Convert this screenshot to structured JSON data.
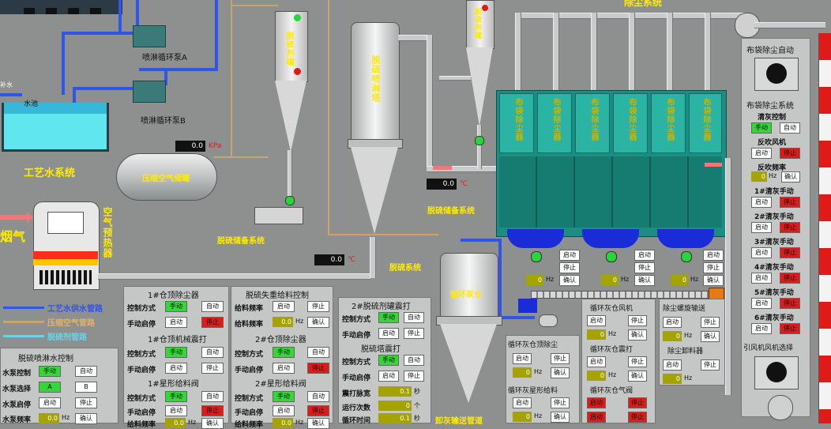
{
  "water_system": {
    "pool_label": "水池",
    "inlet_label": "补水",
    "title": "工艺水系统",
    "pump_a": "喷淋循环泵A",
    "pump_b": "喷淋循环泵B"
  },
  "air_tank": {
    "label": "压缩空气储罐",
    "pressure_value": "0.0",
    "pressure_unit": "KPa"
  },
  "flue_gas_label": "烟气",
  "preheater_label": "空气预热器",
  "desulf_agent_tank": "脱硫剂罐",
  "desulf_agent_tank2": "脱硫剂罐",
  "spray_tower": "脱硫喷淋塔",
  "desulf_storage_left": "脱硫储备系统",
  "desulf_storage_right": "脱硫储备系统",
  "desulf_system": "脱硫系统",
  "dust_system_top": "除尘系统",
  "circ_silo": "循环灰仓",
  "temp_box1": {
    "value": "0.0",
    "unit": "℃"
  },
  "temp_box2": {
    "value": "0.0",
    "unit": "℃"
  },
  "bag_filters": [
    "布袋除尘器",
    "布袋除尘器",
    "布袋除尘器",
    "布袋除尘器",
    "布袋除尘器",
    "布袋除尘器"
  ],
  "bottom_right_label": "卸灰输送管道",
  "legend": {
    "water": "工艺水供水管路",
    "air": "压缩空气管路",
    "agent": "脱硫剂管路"
  },
  "hopper_controls": [
    {
      "start": "启动",
      "stop": "停止",
      "hz": "0",
      "unit": "Hz",
      "confirm": "确认"
    },
    {
      "start": "启动",
      "stop": "停止",
      "hz": "0",
      "unit": "Hz",
      "confirm": "确认"
    },
    {
      "start": "启动",
      "stop": "停止",
      "hz": "0",
      "unit": "Hz",
      "confirm": "确认"
    }
  ],
  "right_panel": {
    "auto_title": "布袋除尘自动",
    "system_title": "布袋除尘系统",
    "clean_ctrl": "清灰控制",
    "manual": "手动",
    "auto": "自动",
    "blower": "反吹风机",
    "start": "启动",
    "stop": "停止",
    "freq_title": "反吹频率",
    "freq_value": "0",
    "freq_unit": "Hz",
    "confirm": "确认",
    "manual_items": [
      "1#清灰手动",
      "2#清灰手动",
      "3#清灰手动",
      "4#清灰手动",
      "5#清灰手动",
      "6#清灰手动"
    ],
    "fan_select": "引风机风机选择"
  },
  "panel_water": {
    "title": "脱硫喷淋水控制",
    "rows": [
      {
        "label": "水泵控制",
        "a": "手动",
        "b": "自动"
      },
      {
        "label": "水泵选择",
        "a": "A",
        "b": "B"
      },
      {
        "label": "水泵启停",
        "a": "启动",
        "b": "停止"
      },
      {
        "label": "水泵频率",
        "value": "0.0",
        "unit": "Hz",
        "b": "确认"
      }
    ]
  },
  "panel_1": {
    "t1": "1#仓顶除尘器",
    "t2": "1#仓顶机械震打",
    "t3": "1#星形给料阀",
    "ctrl": "控制方式",
    "manual_stop": "手动启停",
    "feed_freq": "给料频率",
    "manual": "手动",
    "auto": "自动",
    "start": "启动",
    "stop": "停止",
    "value": "0.0",
    "unit": "Hz",
    "confirm": "确认"
  },
  "panel_2": {
    "t1": "脱硫失重给料控制",
    "t2": "2#仓顶除尘器",
    "t3": "2#星形给料阀",
    "ctrl": "控制方式",
    "manual_stop": "手动启停",
    "feed_freq": "给料频率",
    "manual": "手动",
    "auto": "自动",
    "start": "启动",
    "stop": "停止",
    "value": "0.0",
    "unit": "Hz",
    "confirm": "确认"
  },
  "panel_3": {
    "t1": "2#脱硫剂罐震打",
    "t2": "脱硫塔震打",
    "ctrl": "控制方式",
    "manual_stop": "手动启停",
    "manual": "手动",
    "auto": "自动",
    "start": "启动",
    "stop": "停止",
    "interval_label": "震打脉宽",
    "interval_value": "0.1",
    "interval_unit": "秒",
    "count_label": "运行次数",
    "count_value": "0",
    "count_unit": "个",
    "cycle_label": "循环时间",
    "cycle_value": "0.1",
    "cycle_unit": "秒"
  },
  "panel_4": {
    "t1": "循环灰仓顶除尘",
    "t2": "循环灰星形给料",
    "start": "启动",
    "stop": "停止",
    "value": "0",
    "unit": "Hz",
    "confirm": "确认"
  },
  "panel_5": {
    "t1": "循环灰仓风机",
    "t2": "循环灰仓震打",
    "t3": "循环灰仓气阀",
    "start": "启动",
    "stop": "停止",
    "value": "0",
    "unit": "Hz",
    "confirm": "确认",
    "on": "启动",
    "off": "停止"
  },
  "panel_6": {
    "t1": "除尘螺旋输送",
    "t2": "除尘卸料器",
    "start": "启动",
    "stop": "停止",
    "value": "0",
    "unit": "Hz",
    "confirm": "确认"
  },
  "colors": {
    "background": "#8e9090",
    "label_yellow": "#ffea00",
    "button_green": "#34d63a",
    "button_red": "#e01919",
    "pipe_blue": "#2f56e6",
    "silo_teal": "#2bb3a4"
  }
}
